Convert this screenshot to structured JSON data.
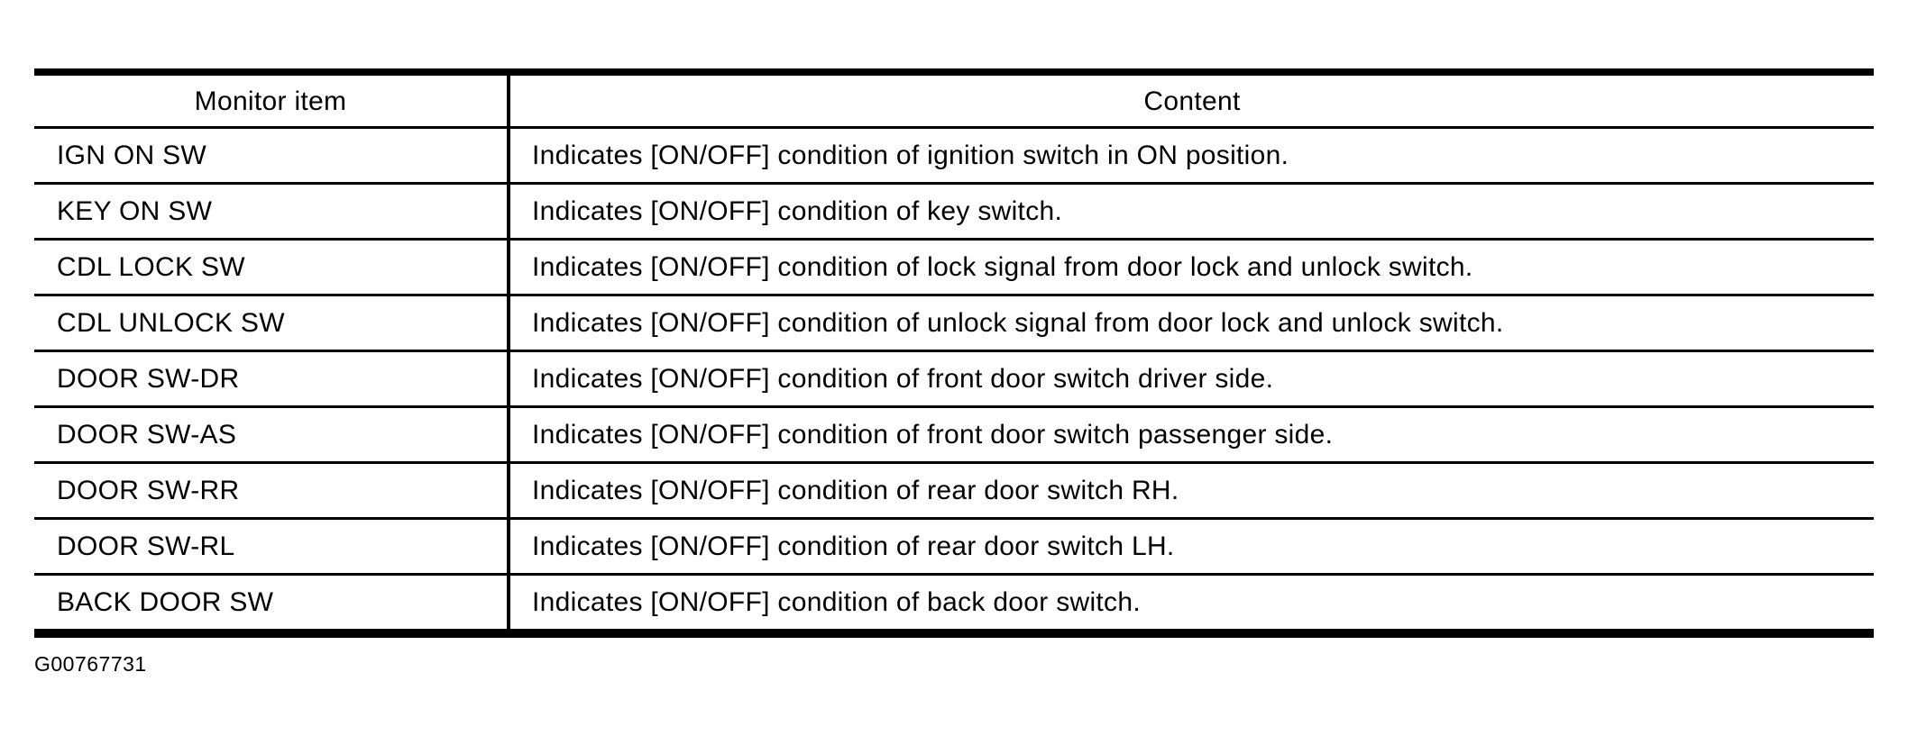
{
  "document": {
    "table": {
      "columns": [
        "Monitor item",
        "Content"
      ],
      "rows": [
        {
          "item": "IGN ON SW",
          "content": "Indicates [ON/OFF] condition of ignition switch in ON position."
        },
        {
          "item": "KEY ON SW",
          "content": "Indicates [ON/OFF] condition of key switch."
        },
        {
          "item": "CDL LOCK SW",
          "content": "Indicates [ON/OFF] condition of lock signal from door lock and unlock switch."
        },
        {
          "item": "CDL UNLOCK SW",
          "content": "Indicates [ON/OFF] condition of unlock signal from door lock and unlock switch."
        },
        {
          "item": "DOOR SW-DR",
          "content": "Indicates [ON/OFF] condition of front door switch driver side."
        },
        {
          "item": "DOOR SW-AS",
          "content": "Indicates [ON/OFF] condition of front door switch passenger side."
        },
        {
          "item": "DOOR SW-RR",
          "content": "Indicates [ON/OFF] condition of rear door switch RH."
        },
        {
          "item": "DOOR SW-RL",
          "content": "Indicates [ON/OFF] condition of rear door switch LH."
        },
        {
          "item": "BACK DOOR SW",
          "content": "Indicates [ON/OFF] condition of back door switch."
        }
      ]
    },
    "figure_code": "G00767731"
  },
  "colors": {
    "ink": "#000000",
    "paper": "#ffffff"
  }
}
